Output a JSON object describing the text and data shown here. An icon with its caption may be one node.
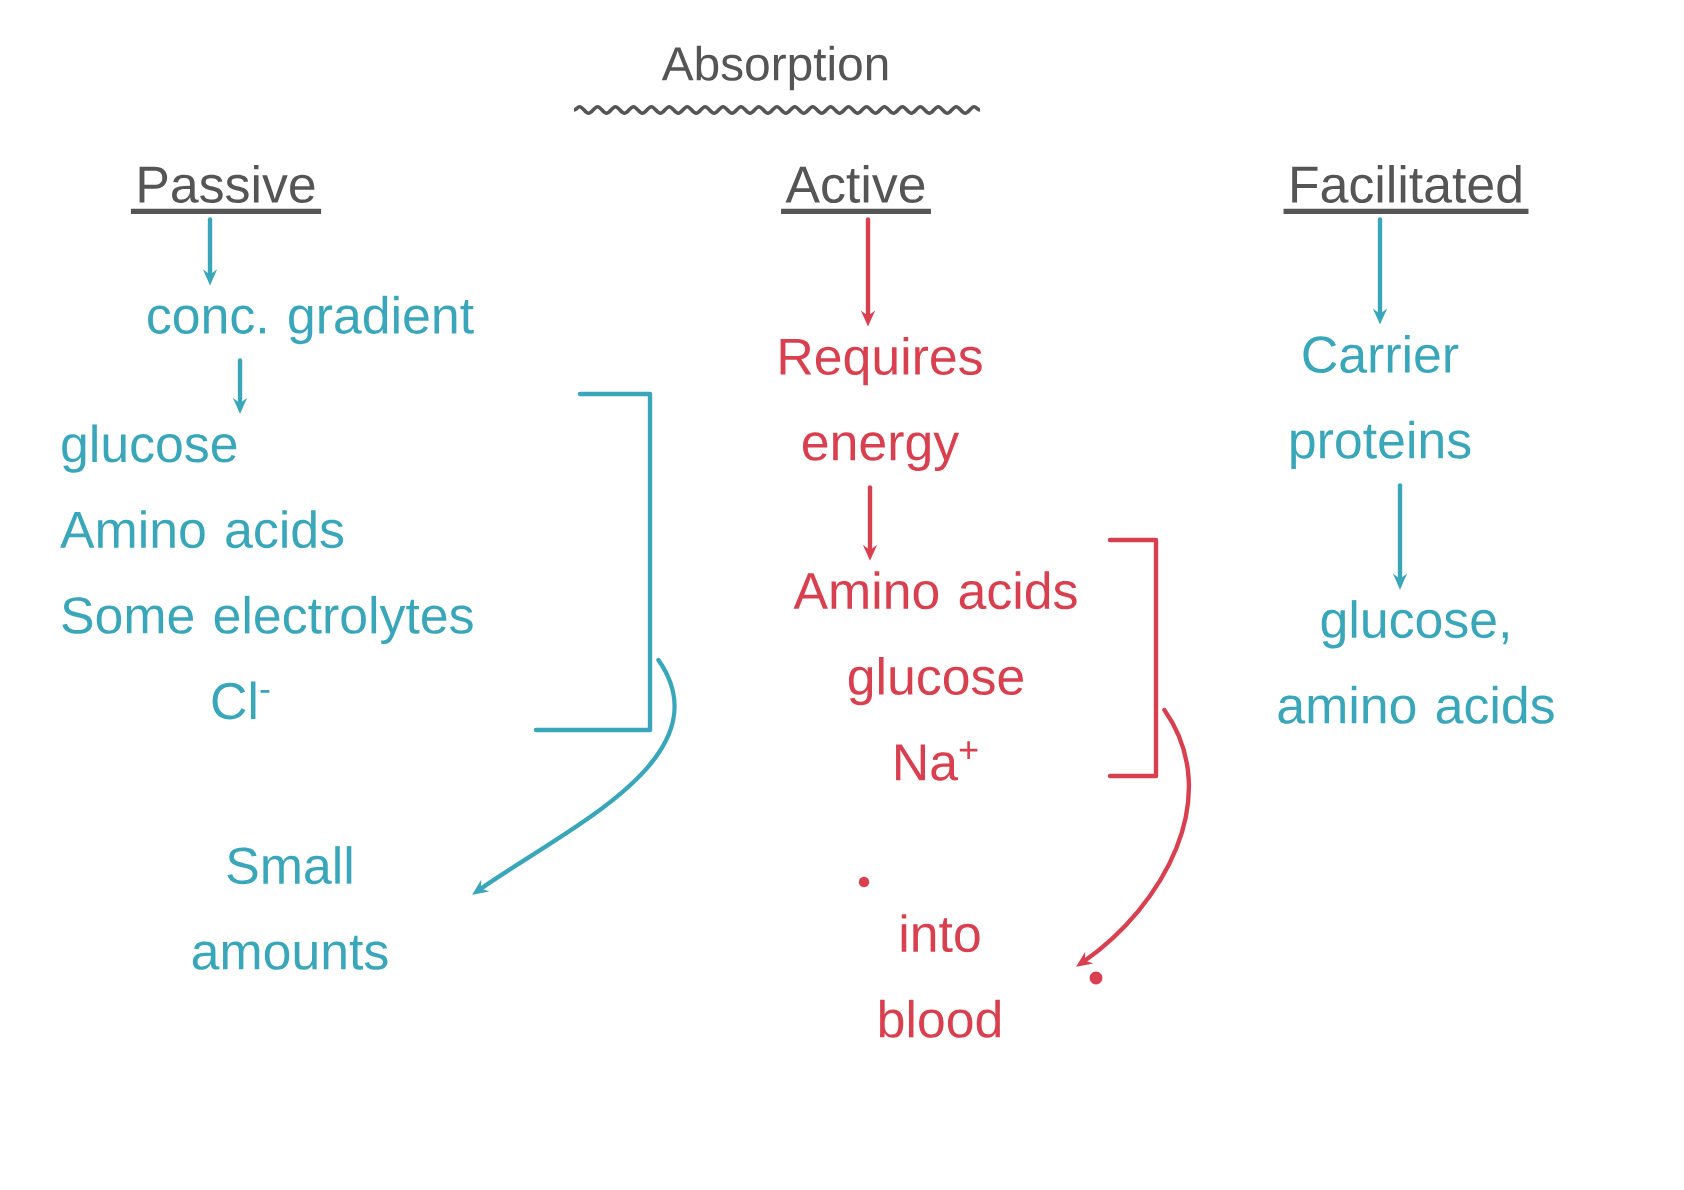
{
  "diagram": {
    "title": "Absorption",
    "nodes": [
      {
        "text": [
          "Passive"
        ]
      },
      {
        "text": [
          "conc. gradient"
        ]
      },
      {
        "text": [
          "glucose",
          "Amino acids",
          "Some electrolytes",
          "Cl$^{-}$"
        ]
      },
      {
        "text": [
          "Small amounts"
        ]
      },
      {
        "text": [
          "Active"
        ]
      },
      {
        "text": [
          "Requires energy"
        ]
      },
      {
        "text": [
          "Amino acids",
          "glucose",
          "Na$^{+}$"
        ]
      },
      {
        "text": [
          "into blood"
        ]
      },
      {
        "text": [
          "Facilitated"
        ]
      },
      {
        "text": [
          "Carrier proteins"
        ]
      },
      {
        "text": [
          "glucose, amino acids"
        ]
      }
    ],
    "edges": [
      {
        "from": 0,
        "to": 1,
        "arrow": "to"
      },
      {
        "from": 1,
        "to": 2,
        "arrow": "to"
      },
      {
        "from": 2,
        "to": 3,
        "arrow": "to"
      },
      {
        "from": 4,
        "to": 5,
        "arrow": "to",
        "color": "#d8404f"
      },
      {
        "from": 5,
        "to": 6,
        "arrow": "to",
        "color": "#d8404f"
      },
      {
        "from": 6,
        "to": 7,
        "arrow": "to",
        "color": "#d8404f"
      },
      {
        "from": 8,
        "to": 9,
        "arrow": "to"
      },
      {
        "from": 9,
        "to": 10,
        "arrow": "to"
      }
    ]
  }
}
